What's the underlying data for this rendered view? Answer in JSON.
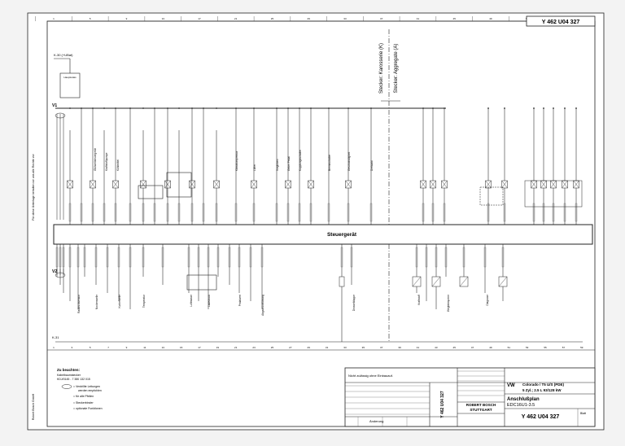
{
  "drawing_number": "Y 462 U04 327",
  "connector_labels": [
    "Stecker: Karosserie (K)",
    "Stecker: Aggregate (A)"
  ],
  "control_unit_label": "Steuergerät",
  "notes": {
    "heading": "Zu beachten:",
    "lines": [
      "Kabelbaumstecker",
      "KDJ/0145 - 7 380 132 015",
      "= Verdrillte Leitungen",
      "werden empfohlen",
      "= für alle Pfeilen",
      "= Steckerbinder",
      "= optionale Funktionen"
    ]
  },
  "title_block": {
    "vehicle_make": "VW",
    "vehicle_model": "Colorado / T5  U/S (PDE)",
    "engine": "5 Zyl.; 2.5 L  93/128 kW",
    "sheet_title": "Anschlußplan",
    "ecu": "EDC16U1-3.5",
    "company_1": "ROBERT BOSCH",
    "company_2": "STUTTGART",
    "drawing_number": "Y 462 U04 327",
    "change_note": "Nicht zulässig ohne Einbauauf.",
    "revision_label": "Änderung",
    "sheet_label": "Blatt"
  },
  "column_numbers": [
    "1",
    "2",
    "3",
    "4",
    "5",
    "6",
    "7",
    "8",
    "9",
    "10",
    "11",
    "12",
    "13",
    "14",
    "15",
    "16",
    "17",
    "18",
    "19",
    "20",
    "21",
    "22",
    "23",
    "24",
    "25",
    "26",
    "27",
    "28",
    "29",
    "30",
    "31",
    "32",
    "33",
    "34",
    "35",
    "36",
    "37",
    "38",
    "39",
    "40",
    "41",
    "42",
    "43",
    "44",
    "45",
    "46",
    "47",
    "48",
    "49",
    "50",
    "51",
    "52",
    "53",
    "54",
    "55",
    "56",
    "57",
    "58",
    "59",
    "60"
  ],
  "left_margin_text": "Für diese Unterlage behalten wir uns alle Rechte vor",
  "bottom_left_text": "Robert Bosch GmbH",
  "side_rail_label": "V1",
  "side_rail_label_2": "V2",
  "supply_label": "K-30 (+UBat)",
  "lower_rail_label": "K-31",
  "components_top": [
    "Hauptrelais",
    "Glühzeitsteuergerät",
    "Kraftstoffpumpe",
    "Kühlmittel",
    "Klimakompressor",
    "Lüfter",
    "Vorglühen",
    "Geber Pedal",
    "Kupplungsschalter",
    "Bremsschalter",
    "Geschwindigkeit",
    "Drehzahl"
  ],
  "components_bottom": [
    "Raildrucksensor",
    "Nockenwelle",
    "Kurbelwelle",
    "Temperatur",
    "Luftmasse",
    "Ladedruck",
    "Pedalwert",
    "Abgasrückführung",
    "Drosselklappe",
    "Kraftstoff",
    "Wegfahrsperre",
    "Diagnose"
  ]
}
